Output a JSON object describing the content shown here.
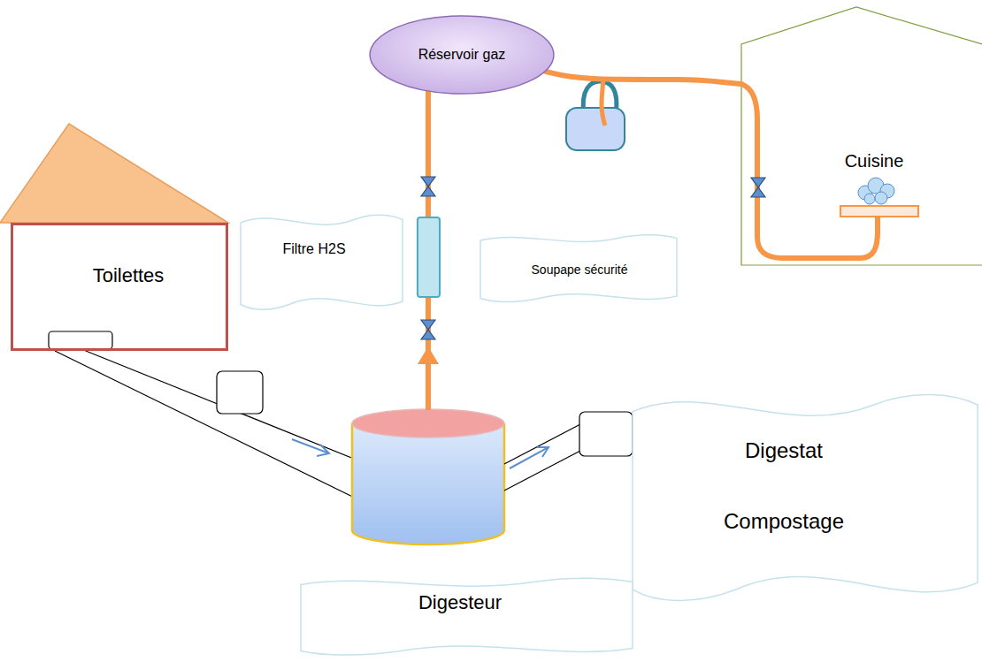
{
  "diagram": {
    "nodes": [
      {
        "text": [
          "Réservoir gaz"
        ]
      },
      {
        "text": [
          "Cuisine"
        ]
      },
      {
        "text": [
          "Toilettes"
        ]
      },
      {
        "text": [
          "Filtre H2S"
        ]
      },
      {
        "text": [
          "Soupape sécurité"
        ]
      },
      {
        "text": [
          "Digestat",
          "Compostage"
        ]
      },
      {
        "text": [
          "Digesteur"
        ]
      }
    ],
    "edges": [
      {
        "from": 0,
        "to": 1,
        "arrow": "none"
      }
    ]
  }
}
